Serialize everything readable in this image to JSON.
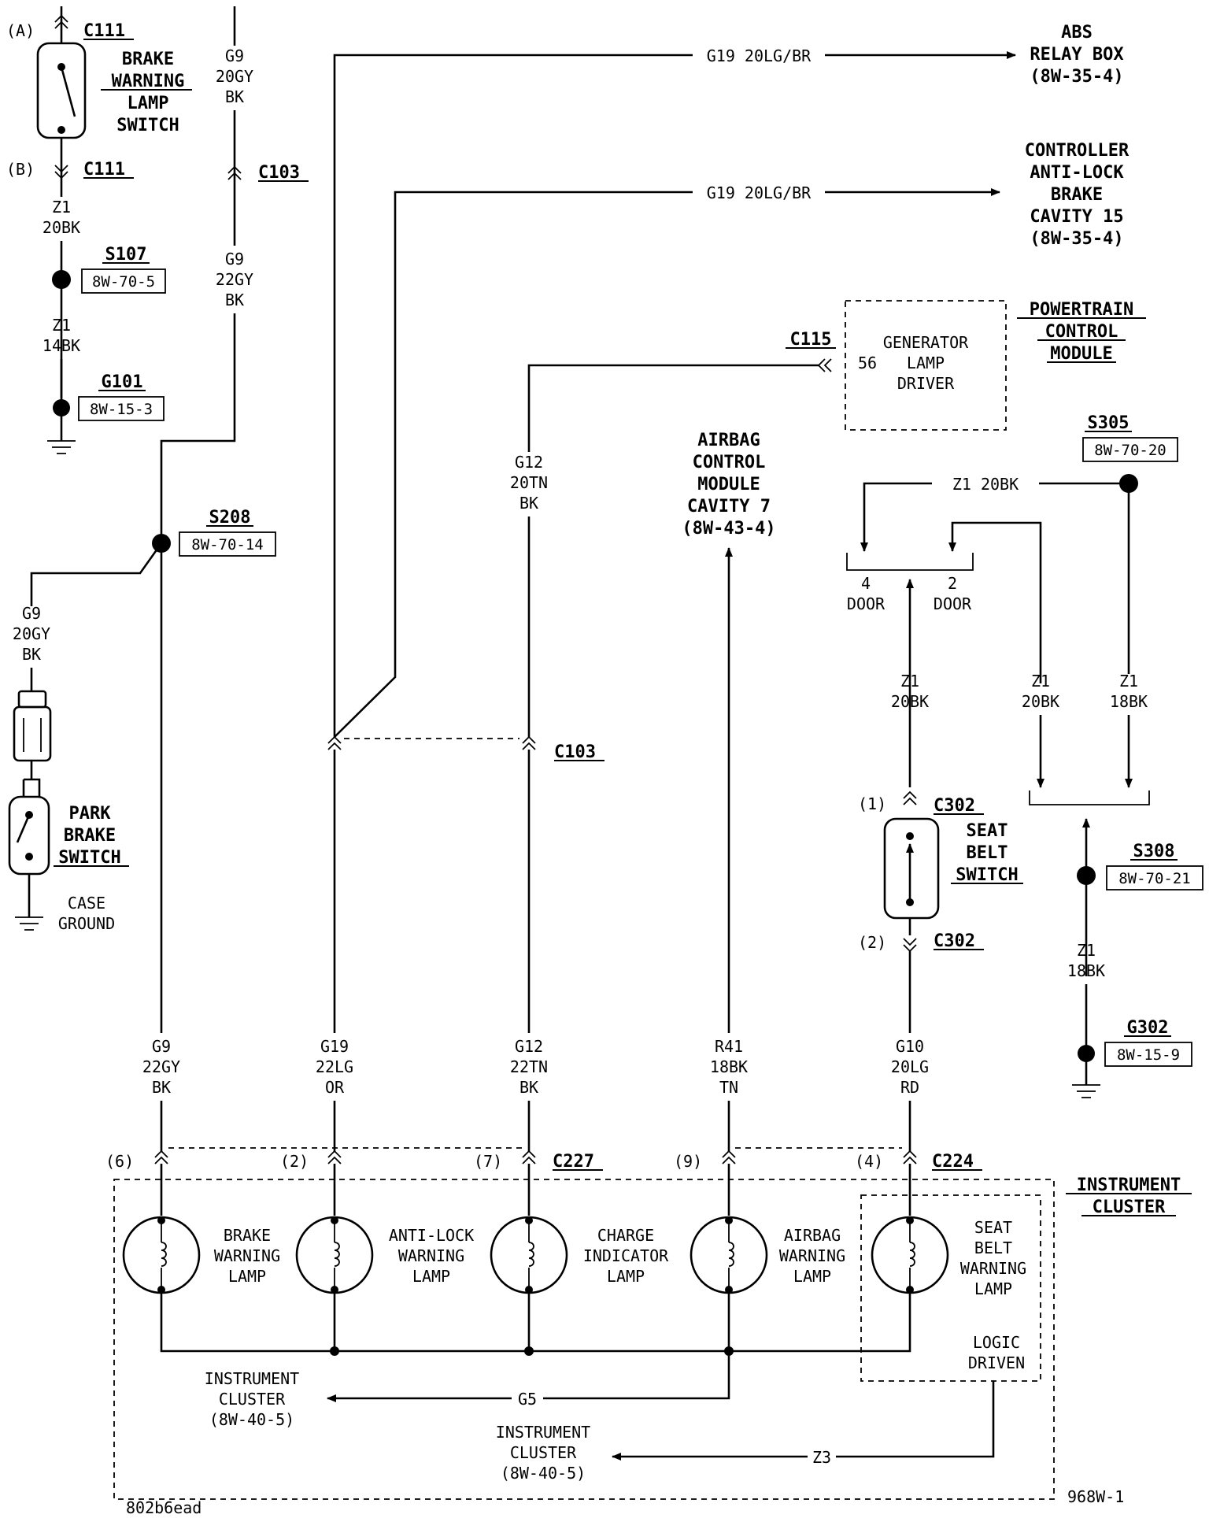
{
  "connectors": {
    "c111": "C111",
    "c103": "C103",
    "c115": "C115",
    "c302": "C302",
    "c227": "C227",
    "c224": "C224",
    "pin_a": "(A)",
    "pin_b": "(B)",
    "pin_1": "(1)",
    "pin_2": "(2)",
    "p6": "(6)",
    "p2": "(2)",
    "p7": "(7)",
    "p9": "(9)",
    "p4": "(4)",
    "pin56": "56"
  },
  "splices": {
    "s107": "S107",
    "s107_ref": "8W-70-5",
    "g101": "G101",
    "g101_ref": "8W-15-3",
    "s208": "S208",
    "s208_ref": "8W-70-14",
    "s305": "S305",
    "s305_ref": "8W-70-20",
    "s308": "S308",
    "s308_ref": "8W-70-21",
    "g302": "G302",
    "g302_ref": "8W-15-9"
  },
  "wires": {
    "g9": "G9",
    "g9_20gy": "20GY",
    "g9_22gy": "22GY",
    "bk": "BK",
    "z1": "Z1",
    "z1_20bk": "20BK",
    "z1_14bk": "14BK",
    "z1_18bk": "18BK",
    "z1_20bk_inline": "Z1 20BK",
    "g19_top": "G19 20LG/BR",
    "g19_mid": "G19 20LG/BR",
    "g12": "G12",
    "g12_20tn": "20TN",
    "g12_22tn": "22TN",
    "g19": "G19",
    "g19_22lg": "22LG",
    "or": "OR",
    "r41": "R41",
    "r41_18bk": "18BK",
    "tn": "TN",
    "g10": "G10",
    "g10_20lg": "20LG",
    "rd": "RD",
    "g5": "G5",
    "z3": "Z3"
  },
  "components": {
    "brake_switch": [
      "BRAKE",
      "WARNING",
      "LAMP",
      "SWITCH"
    ],
    "park_switch": [
      "PARK",
      "BRAKE",
      "SWITCH"
    ],
    "case_ground": [
      "CASE",
      "GROUND"
    ],
    "abs_relay": [
      "ABS",
      "RELAY BOX",
      "(8W-35-4)"
    ],
    "controller": [
      "CONTROLLER",
      "ANTI-LOCK",
      "BRAKE",
      "CAVITY 15",
      "(8W-35-4)"
    ],
    "pcm": [
      "POWERTRAIN",
      "CONTROL",
      "MODULE"
    ],
    "gen_driver": [
      "GENERATOR",
      "LAMP",
      "DRIVER"
    ],
    "airbag_module": [
      "AIRBAG",
      "CONTROL",
      "MODULE",
      "CAVITY 7",
      "(8W-43-4)"
    ],
    "door4": [
      "4",
      "DOOR"
    ],
    "door2": [
      "2",
      "DOOR"
    ],
    "seat_switch": [
      "SEAT",
      "BELT",
      "SWITCH"
    ],
    "instrument_cluster": [
      "INSTRUMENT",
      "CLUSTER"
    ],
    "logic": [
      "LOGIC",
      "DRIVEN"
    ],
    "ic_ref1": [
      "INSTRUMENT",
      "CLUSTER",
      "(8W-40-5)"
    ],
    "ic_ref2": [
      "INSTRUMENT",
      "CLUSTER",
      "(8W-40-5)"
    ]
  },
  "lamps": {
    "brake": [
      "BRAKE",
      "WARNING",
      "LAMP"
    ],
    "antilock": [
      "ANTI-LOCK",
      "WARNING",
      "LAMP"
    ],
    "charge": [
      "CHARGE",
      "INDICATOR",
      "LAMP"
    ],
    "airbag": [
      "AIRBAG",
      "WARNING",
      "LAMP"
    ],
    "seatbelt": [
      "SEAT",
      "BELT",
      "WARNING",
      "LAMP"
    ]
  },
  "footer": {
    "left_code": "802b6ead",
    "right_code": "968W-1"
  }
}
